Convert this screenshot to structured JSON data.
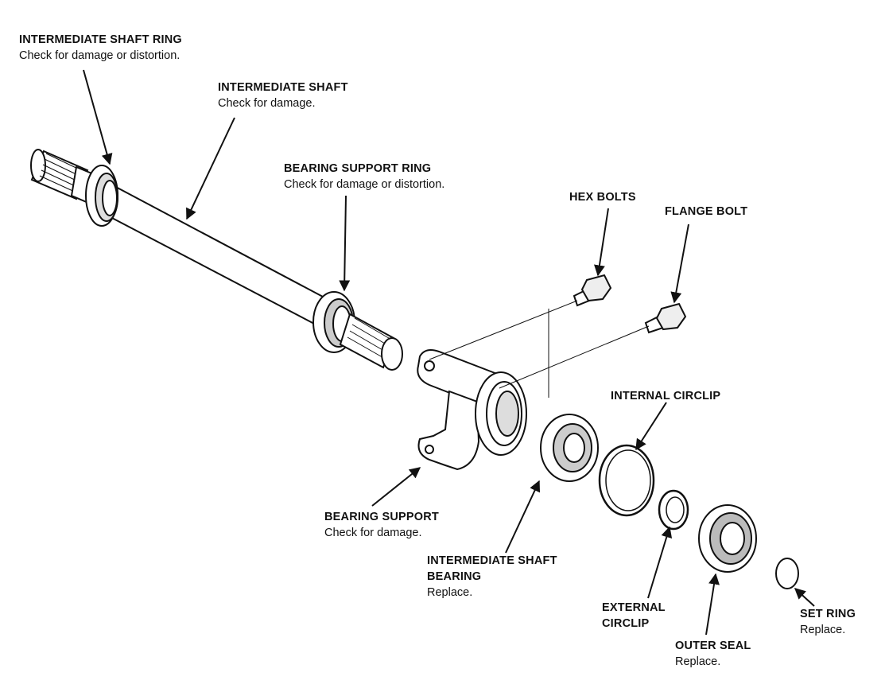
{
  "labels": {
    "intermediate_shaft_ring": {
      "title": "INTERMEDIATE SHAFT RING",
      "note": "Check for damage or distortion."
    },
    "intermediate_shaft": {
      "title": "INTERMEDIATE SHAFT",
      "note": "Check for damage."
    },
    "bearing_support_ring": {
      "title": "BEARING SUPPORT RING",
      "note": "Check for damage or distortion."
    },
    "hex_bolts": {
      "title": "HEX BOLTS"
    },
    "flange_bolt": {
      "title": "FLANGE BOLT"
    },
    "internal_circlip": {
      "title": "INTERNAL CIRCLIP"
    },
    "bearing_support": {
      "title": "BEARING SUPPORT",
      "note": "Check for damage."
    },
    "intermediate_shaft_bearing": {
      "title_line1": "INTERMEDIATE SHAFT",
      "title_line2": "BEARING",
      "note": "Replace."
    },
    "external_circlip": {
      "title_line1": "EXTERNAL",
      "title_line2": "CIRCLIP"
    },
    "outer_seal": {
      "title": "OUTER SEAL",
      "note": "Replace."
    },
    "set_ring": {
      "title": "SET RING",
      "note": "Replace."
    }
  }
}
